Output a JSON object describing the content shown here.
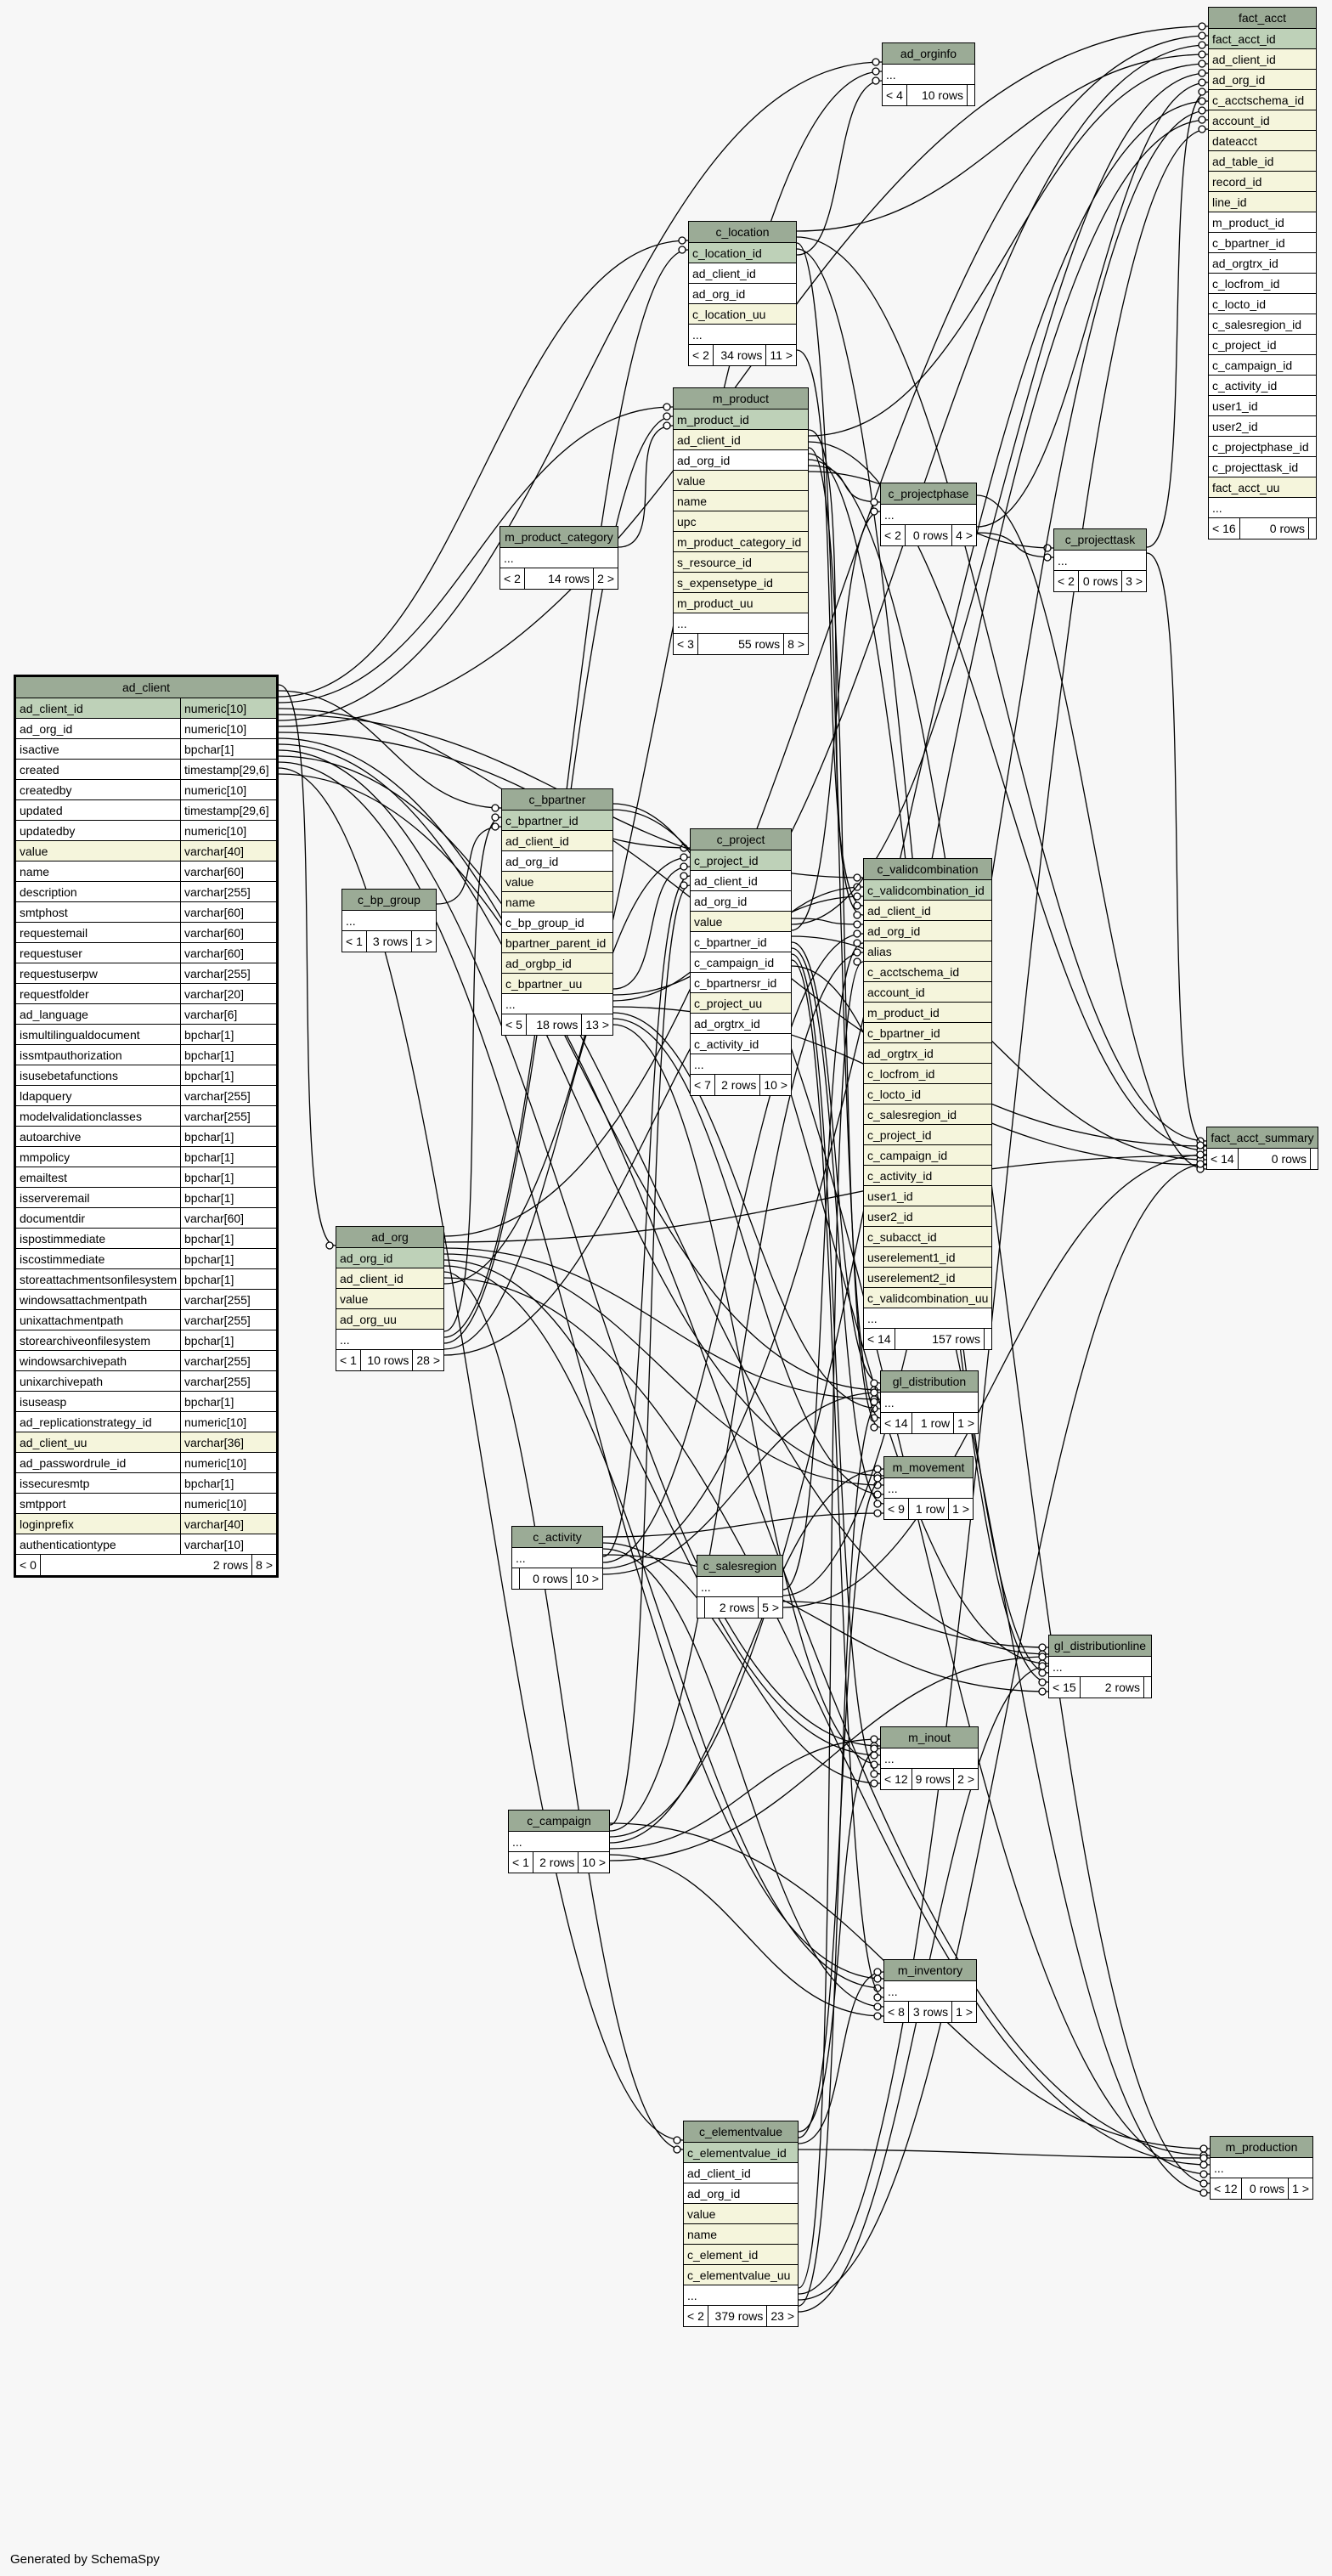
{
  "generator": "Generated by SchemaSpy",
  "colors": {
    "header": "#9bab96",
    "primary_key": "#bed1b8",
    "indexed": "#f5f5dc",
    "background": "#f7f7f7"
  },
  "tables": [
    {
      "id": "ad_client",
      "name": "ad_client",
      "big": true,
      "columns": [
        {
          "name": "ad_client_id",
          "type": "numeric[10]",
          "kind": "pk"
        },
        {
          "name": "ad_org_id",
          "type": "numeric[10]"
        },
        {
          "name": "isactive",
          "type": "bpchar[1]"
        },
        {
          "name": "created",
          "type": "timestamp[29,6]"
        },
        {
          "name": "createdby",
          "type": "numeric[10]"
        },
        {
          "name": "updated",
          "type": "timestamp[29,6]"
        },
        {
          "name": "updatedby",
          "type": "numeric[10]"
        },
        {
          "name": "value",
          "type": "varchar[40]",
          "kind": "idx"
        },
        {
          "name": "name",
          "type": "varchar[60]"
        },
        {
          "name": "description",
          "type": "varchar[255]"
        },
        {
          "name": "smtphost",
          "type": "varchar[60]"
        },
        {
          "name": "requestemail",
          "type": "varchar[60]"
        },
        {
          "name": "requestuser",
          "type": "varchar[60]"
        },
        {
          "name": "requestuserpw",
          "type": "varchar[255]"
        },
        {
          "name": "requestfolder",
          "type": "varchar[20]"
        },
        {
          "name": "ad_language",
          "type": "varchar[6]"
        },
        {
          "name": "ismultilingualdocument",
          "type": "bpchar[1]"
        },
        {
          "name": "issmtpauthorization",
          "type": "bpchar[1]"
        },
        {
          "name": "isusebetafunctions",
          "type": "bpchar[1]"
        },
        {
          "name": "ldapquery",
          "type": "varchar[255]"
        },
        {
          "name": "modelvalidationclasses",
          "type": "varchar[255]"
        },
        {
          "name": "autoarchive",
          "type": "bpchar[1]"
        },
        {
          "name": "mmpolicy",
          "type": "bpchar[1]"
        },
        {
          "name": "emailtest",
          "type": "bpchar[1]"
        },
        {
          "name": "isserveremail",
          "type": "bpchar[1]"
        },
        {
          "name": "documentdir",
          "type": "varchar[60]"
        },
        {
          "name": "ispostimmediate",
          "type": "bpchar[1]"
        },
        {
          "name": "iscostimmediate",
          "type": "bpchar[1]"
        },
        {
          "name": "storeattachmentsonfilesystem",
          "type": "bpchar[1]"
        },
        {
          "name": "windowsattachmentpath",
          "type": "varchar[255]"
        },
        {
          "name": "unixattachmentpath",
          "type": "varchar[255]"
        },
        {
          "name": "storearchiveonfilesystem",
          "type": "bpchar[1]"
        },
        {
          "name": "windowsarchivepath",
          "type": "varchar[255]"
        },
        {
          "name": "unixarchivepath",
          "type": "varchar[255]"
        },
        {
          "name": "isuseasp",
          "type": "bpchar[1]"
        },
        {
          "name": "ad_replicationstrategy_id",
          "type": "numeric[10]"
        },
        {
          "name": "ad_client_uu",
          "type": "varchar[36]",
          "kind": "idx"
        },
        {
          "name": "ad_passwordrule_id",
          "type": "numeric[10]"
        },
        {
          "name": "issecuresmtp",
          "type": "bpchar[1]"
        },
        {
          "name": "smtpport",
          "type": "numeric[10]"
        },
        {
          "name": "loginprefix",
          "type": "varchar[40]",
          "kind": "idx"
        },
        {
          "name": "authenticationtype",
          "type": "varchar[10]"
        }
      ],
      "footer": [
        "< 0",
        "2 rows",
        "8 >"
      ]
    },
    {
      "id": "ad_org",
      "name": "ad_org",
      "columns": [
        {
          "name": "ad_org_id",
          "kind": "pk"
        },
        {
          "name": "ad_client_id",
          "kind": "idx"
        },
        {
          "name": "value",
          "kind": "idx"
        },
        {
          "name": "ad_org_uu",
          "kind": "idx"
        },
        {
          "name": "..."
        }
      ],
      "footer": [
        "< 1",
        "10 rows",
        "28 >"
      ]
    },
    {
      "id": "c_bp_group",
      "name": "c_bp_group",
      "columns": [
        {
          "name": "..."
        }
      ],
      "footer": [
        "< 1",
        "3 rows",
        "1 >"
      ]
    },
    {
      "id": "c_bpartner",
      "name": "c_bpartner",
      "columns": [
        {
          "name": "c_bpartner_id",
          "kind": "pk"
        },
        {
          "name": "ad_client_id",
          "kind": "idx"
        },
        {
          "name": "ad_org_id"
        },
        {
          "name": "value",
          "kind": "idx"
        },
        {
          "name": "name",
          "kind": "idx"
        },
        {
          "name": "c_bp_group_id"
        },
        {
          "name": "bpartner_parent_id",
          "kind": "idx"
        },
        {
          "name": "ad_orgbp_id",
          "kind": "idx"
        },
        {
          "name": "c_bpartner_uu",
          "kind": "idx"
        },
        {
          "name": "..."
        }
      ],
      "footer": [
        "< 5",
        "18 rows",
        "13 >"
      ]
    },
    {
      "id": "m_product_category",
      "name": "m_product_category",
      "columns": [
        {
          "name": "..."
        }
      ],
      "footer": [
        "< 2",
        "14 rows",
        "2 >"
      ]
    },
    {
      "id": "c_location",
      "name": "c_location",
      "columns": [
        {
          "name": "c_location_id",
          "kind": "pk"
        },
        {
          "name": "ad_client_id"
        },
        {
          "name": "ad_org_id"
        },
        {
          "name": "c_location_uu",
          "kind": "idx"
        },
        {
          "name": "..."
        }
      ],
      "footer": [
        "< 2",
        "34 rows",
        "11 >"
      ]
    },
    {
      "id": "m_product",
      "name": "m_product",
      "columns": [
        {
          "name": "m_product_id",
          "kind": "pk"
        },
        {
          "name": "ad_client_id",
          "kind": "idx"
        },
        {
          "name": "ad_org_id"
        },
        {
          "name": "value",
          "kind": "idx"
        },
        {
          "name": "name",
          "kind": "idx"
        },
        {
          "name": "upc",
          "kind": "idx"
        },
        {
          "name": "m_product_category_id",
          "kind": "idx"
        },
        {
          "name": "s_resource_id",
          "kind": "idx"
        },
        {
          "name": "s_expensetype_id",
          "kind": "idx"
        },
        {
          "name": "m_product_uu",
          "kind": "idx"
        },
        {
          "name": "..."
        }
      ],
      "footer": [
        "< 3",
        "55 rows",
        "8 >"
      ]
    },
    {
      "id": "c_project",
      "name": "c_project",
      "columns": [
        {
          "name": "c_project_id",
          "kind": "pk"
        },
        {
          "name": "ad_client_id"
        },
        {
          "name": "ad_org_id"
        },
        {
          "name": "value",
          "kind": "idx"
        },
        {
          "name": "c_bpartner_id"
        },
        {
          "name": "c_campaign_id"
        },
        {
          "name": "c_bpartnersr_id"
        },
        {
          "name": "c_project_uu",
          "kind": "idx"
        },
        {
          "name": "ad_orgtrx_id"
        },
        {
          "name": "c_activity_id"
        },
        {
          "name": "..."
        }
      ],
      "footer": [
        "< 7",
        "2 rows",
        "10 >"
      ]
    },
    {
      "id": "c_validcombination",
      "name": "c_validcombination",
      "columns": [
        {
          "name": "c_validcombination_id",
          "kind": "pk"
        },
        {
          "name": "ad_client_id",
          "kind": "idx"
        },
        {
          "name": "ad_org_id",
          "kind": "idx"
        },
        {
          "name": "alias",
          "kind": "idx"
        },
        {
          "name": "c_acctschema_id",
          "kind": "idx"
        },
        {
          "name": "account_id",
          "kind": "idx"
        },
        {
          "name": "m_product_id",
          "kind": "idx"
        },
        {
          "name": "c_bpartner_id",
          "kind": "idx"
        },
        {
          "name": "ad_orgtrx_id",
          "kind": "idx"
        },
        {
          "name": "c_locfrom_id",
          "kind": "idx"
        },
        {
          "name": "c_locto_id",
          "kind": "idx"
        },
        {
          "name": "c_salesregion_id",
          "kind": "idx"
        },
        {
          "name": "c_project_id",
          "kind": "idx"
        },
        {
          "name": "c_campaign_id",
          "kind": "idx"
        },
        {
          "name": "c_activity_id",
          "kind": "idx"
        },
        {
          "name": "user1_id",
          "kind": "idx"
        },
        {
          "name": "user2_id",
          "kind": "idx"
        },
        {
          "name": "c_subacct_id",
          "kind": "idx"
        },
        {
          "name": "userelement1_id",
          "kind": "idx"
        },
        {
          "name": "userelement2_id",
          "kind": "idx"
        },
        {
          "name": "c_validcombination_uu",
          "kind": "idx"
        },
        {
          "name": "..."
        }
      ],
      "footer": [
        "< 14",
        "157 rows",
        ""
      ]
    },
    {
      "id": "ad_orginfo",
      "name": "ad_orginfo",
      "columns": [
        {
          "name": "..."
        }
      ],
      "footer": [
        "< 4",
        "10 rows",
        ""
      ]
    },
    {
      "id": "c_projectphase",
      "name": "c_projectphase",
      "columns": [
        {
          "name": "..."
        }
      ],
      "footer": [
        "< 2",
        "0 rows",
        "4 >"
      ]
    },
    {
      "id": "c_projecttask",
      "name": "c_projecttask",
      "columns": [
        {
          "name": "..."
        }
      ],
      "footer": [
        "< 2",
        "0 rows",
        "3 >"
      ]
    },
    {
      "id": "fact_acct",
      "name": "fact_acct",
      "columns": [
        {
          "name": "fact_acct_id",
          "kind": "pk"
        },
        {
          "name": "ad_client_id",
          "kind": "idx"
        },
        {
          "name": "ad_org_id",
          "kind": "idx"
        },
        {
          "name": "c_acctschema_id",
          "kind": "idx"
        },
        {
          "name": "account_id",
          "kind": "idx"
        },
        {
          "name": "dateacct",
          "kind": "idx"
        },
        {
          "name": "ad_table_id",
          "kind": "idx"
        },
        {
          "name": "record_id",
          "kind": "idx"
        },
        {
          "name": "line_id",
          "kind": "idx"
        },
        {
          "name": "m_product_id"
        },
        {
          "name": "c_bpartner_id"
        },
        {
          "name": "ad_orgtrx_id"
        },
        {
          "name": "c_locfrom_id"
        },
        {
          "name": "c_locto_id"
        },
        {
          "name": "c_salesregion_id"
        },
        {
          "name": "c_project_id"
        },
        {
          "name": "c_campaign_id"
        },
        {
          "name": "c_activity_id"
        },
        {
          "name": "user1_id"
        },
        {
          "name": "user2_id"
        },
        {
          "name": "c_projectphase_id"
        },
        {
          "name": "c_projecttask_id"
        },
        {
          "name": "fact_acct_uu",
          "kind": "idx"
        },
        {
          "name": "..."
        }
      ],
      "footer": [
        "< 16",
        "0 rows",
        ""
      ]
    },
    {
      "id": "fact_acct_summary",
      "name": "fact_acct_summary",
      "columns": [],
      "footer": [
        "< 14",
        "0 rows",
        ""
      ]
    },
    {
      "id": "gl_distribution",
      "name": "gl_distribution",
      "columns": [
        {
          "name": "..."
        }
      ],
      "footer": [
        "< 14",
        "1 row",
        "1 >"
      ]
    },
    {
      "id": "m_movement",
      "name": "m_movement",
      "columns": [
        {
          "name": "..."
        }
      ],
      "footer": [
        "< 9",
        "1 row",
        "1 >"
      ]
    },
    {
      "id": "c_activity",
      "name": "c_activity",
      "columns": [
        {
          "name": "..."
        }
      ],
      "footer": [
        "",
        "0 rows",
        "10 >"
      ]
    },
    {
      "id": "c_salesregion",
      "name": "c_salesregion",
      "columns": [
        {
          "name": "..."
        }
      ],
      "footer": [
        "",
        "2 rows",
        "5 >"
      ]
    },
    {
      "id": "gl_distributionline",
      "name": "gl_distributionline",
      "columns": [
        {
          "name": "..."
        }
      ],
      "footer": [
        "< 15",
        "2 rows",
        ""
      ]
    },
    {
      "id": "m_inout",
      "name": "m_inout",
      "columns": [
        {
          "name": "..."
        }
      ],
      "footer": [
        "< 12",
        "9 rows",
        "2 >"
      ]
    },
    {
      "id": "c_campaign",
      "name": "c_campaign",
      "columns": [
        {
          "name": "..."
        }
      ],
      "footer": [
        "< 1",
        "2 rows",
        "10 >"
      ]
    },
    {
      "id": "m_inventory",
      "name": "m_inventory",
      "columns": [
        {
          "name": "..."
        }
      ],
      "footer": [
        "< 8",
        "3 rows",
        "1 >"
      ]
    },
    {
      "id": "c_elementvalue",
      "name": "c_elementvalue",
      "columns": [
        {
          "name": "c_elementvalue_id",
          "kind": "pk"
        },
        {
          "name": "ad_client_id"
        },
        {
          "name": "ad_org_id"
        },
        {
          "name": "value",
          "kind": "idx"
        },
        {
          "name": "name",
          "kind": "idx"
        },
        {
          "name": "c_element_id",
          "kind": "idx"
        },
        {
          "name": "c_elementvalue_uu",
          "kind": "idx"
        },
        {
          "name": "..."
        }
      ],
      "footer": [
        "< 2",
        "379 rows",
        "23 >"
      ]
    },
    {
      "id": "m_production",
      "name": "m_production",
      "columns": [
        {
          "name": "..."
        }
      ],
      "footer": [
        "< 12",
        "0 rows",
        "1 >"
      ]
    }
  ]
}
